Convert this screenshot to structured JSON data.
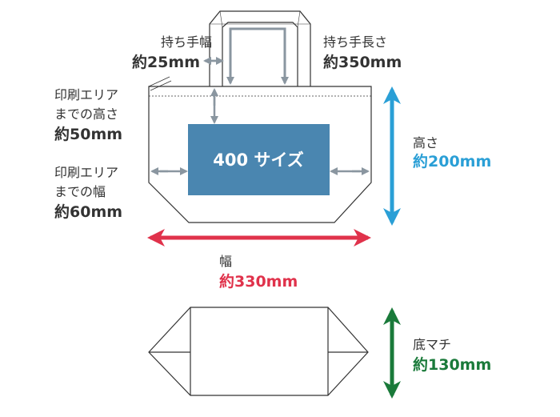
{
  "print_area": {
    "label": "400 サイズ",
    "color": "#4a86b0"
  },
  "handle_width": {
    "label": "持ち手幅",
    "value": "約25mm"
  },
  "handle_length": {
    "label": "持ち手長さ",
    "value": "約350mm"
  },
  "print_height": {
    "label_line1": "印刷エリア",
    "label_line2": "までの高さ",
    "value": "約50mm"
  },
  "print_width": {
    "label_line1": "印刷エリア",
    "label_line2": "までの幅",
    "value": "約60mm"
  },
  "height": {
    "label": "高さ",
    "value": "約200mm",
    "color": "#2a9fd6"
  },
  "width": {
    "label": "幅",
    "value": "約330mm",
    "color": "#e0324b"
  },
  "gusset": {
    "label": "底マチ",
    "value": "約130mm",
    "color": "#1a7a3a"
  },
  "colors": {
    "outline": "#333333",
    "dim_arrow": "#8a96a0",
    "text": "#333333"
  }
}
